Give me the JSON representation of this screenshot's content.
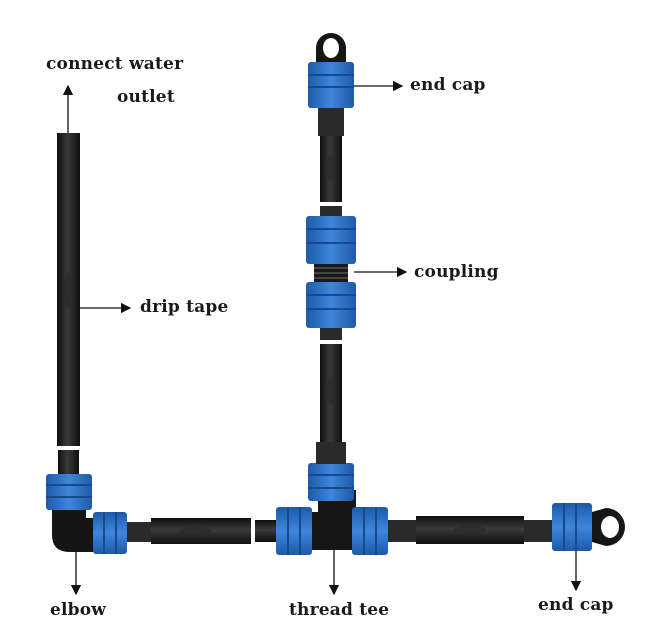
{
  "labels": {
    "connect_water_line1": "connect water",
    "connect_water_line2": "outlet",
    "drip_tape": "drip tape",
    "end_cap_top": "end cap",
    "coupling": "coupling",
    "elbow": "elbow",
    "thread_tee": "thread tee",
    "end_cap_right": "end cap"
  },
  "colors": {
    "pipe": "#1c1c1c",
    "fitting_blue": "#2f73c9",
    "fitting_dark": "#141414",
    "label_text": "#1a1a1a"
  }
}
